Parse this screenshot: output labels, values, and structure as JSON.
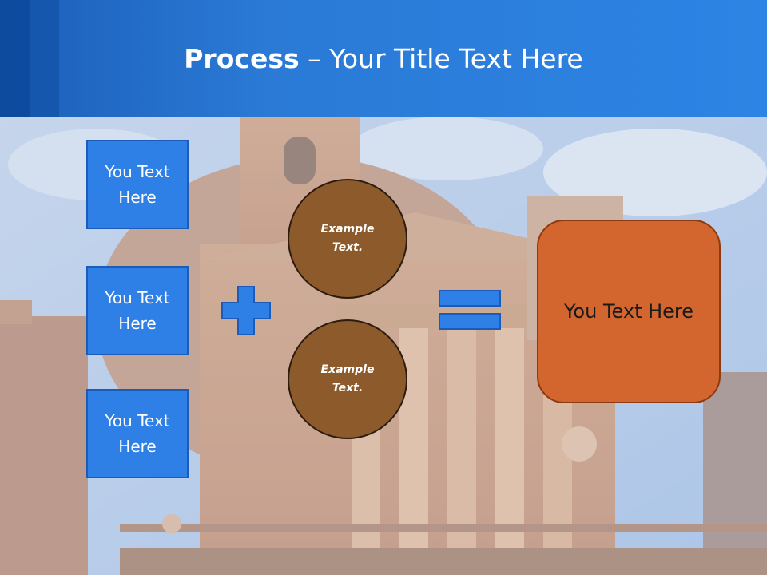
{
  "slide": {
    "title_bold": "Process",
    "title_rest": " – Your Title Text Here",
    "left_boxes": [
      "You Text Here",
      "You Text Here",
      "You Text Here"
    ],
    "circles": [
      "Example Text.",
      "Example Text."
    ],
    "result_text": "You Text Here"
  },
  "colors": {
    "header_blue": "#2d84e4",
    "box_blue": "#2f80e6",
    "circle_brown": "#8d5a2b",
    "result_orange": "#d3662f"
  },
  "icons": {
    "plus": "plus-icon",
    "equals": "equals-icon"
  }
}
